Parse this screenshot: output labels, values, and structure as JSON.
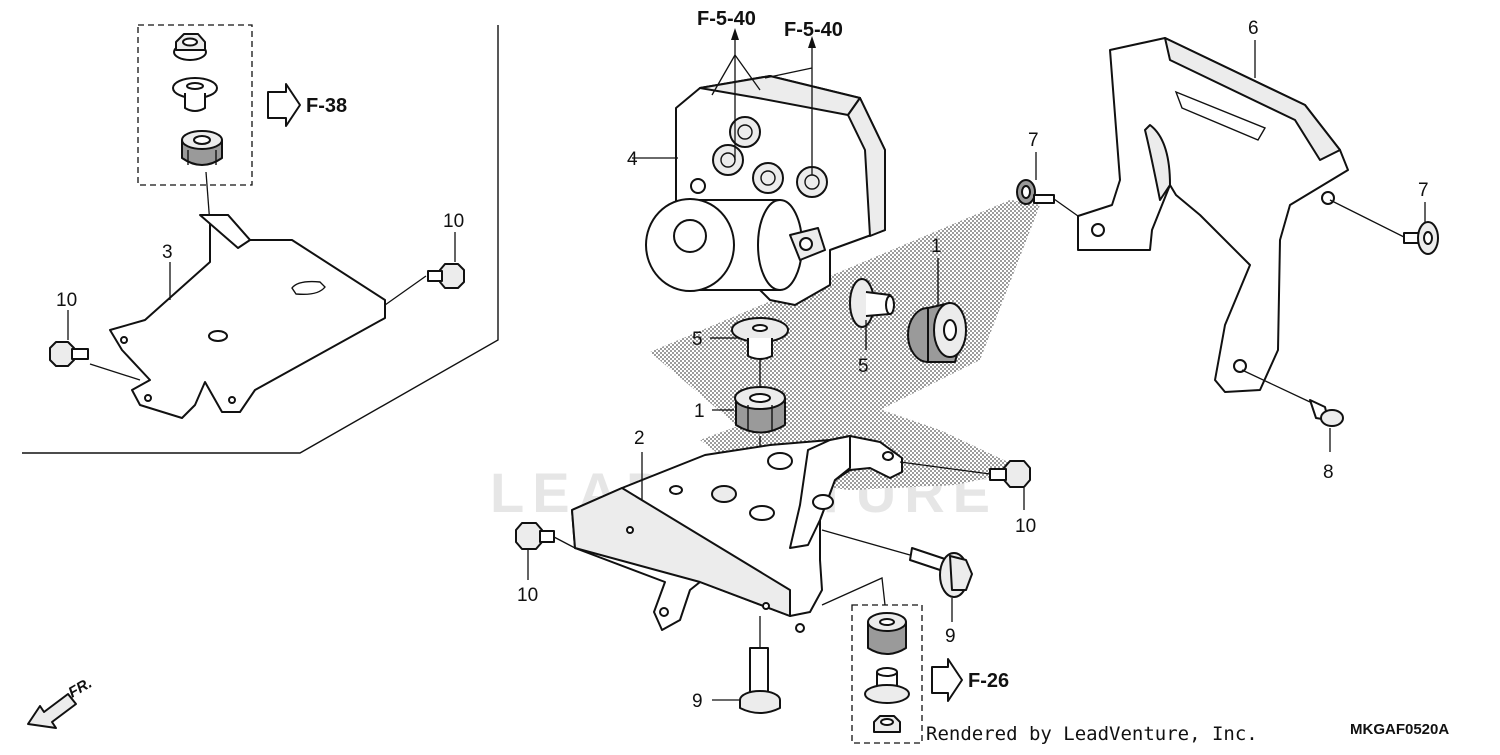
{
  "diagram": {
    "watermark": "LEADVENTURE",
    "credit": "Rendered by LeadVenture, Inc.",
    "diagram_code": "MKGAF0520A",
    "front_marker": "FR.",
    "references": {
      "f38": "F-38",
      "f26": "F-26",
      "f540_left": "F-5-40",
      "f540_right": "F-5-40"
    },
    "callouts": {
      "c1_upper": "1",
      "c1_lower": "1",
      "c2": "2",
      "c3": "3",
      "c4": "4",
      "c5_left": "5",
      "c5_right": "5",
      "c6": "6",
      "c7_left": "7",
      "c7_right": "7",
      "c8": "8",
      "c9_right": "9",
      "c9_bottom": "9",
      "c10_inset_right": "10",
      "c10_inset_left": "10",
      "c10_right": "10",
      "c10_left": "10"
    }
  }
}
